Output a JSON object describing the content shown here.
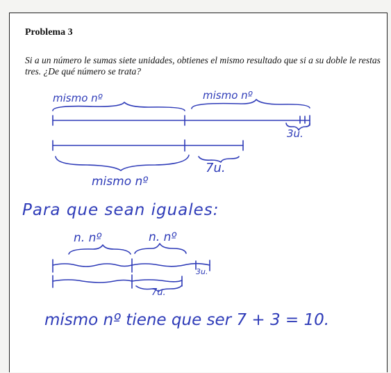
{
  "problem": {
    "title": "Problema 3",
    "statement": "Si a un número le sumas siete unidades, obtienes el mismo resultado que si a su doble le restas tres. ¿De qué número se trata?"
  },
  "handwriting": {
    "top_left_label": "mismo nº",
    "top_right_label": "mismo nº",
    "three_units": "3u.",
    "seven_units": "7u.",
    "bottom_label": "mismo nº",
    "equal_condition": "Para que sean iguales:",
    "small_label_left": "n. nº",
    "small_label_right": "n. nº",
    "small_three_units": "3u.",
    "small_seven_units": "7u.",
    "conclusion": "mismo nº tiene que ser  7 + 3 = 10."
  },
  "colors": {
    "ink": "#2e3bb8",
    "print": "#111111"
  }
}
